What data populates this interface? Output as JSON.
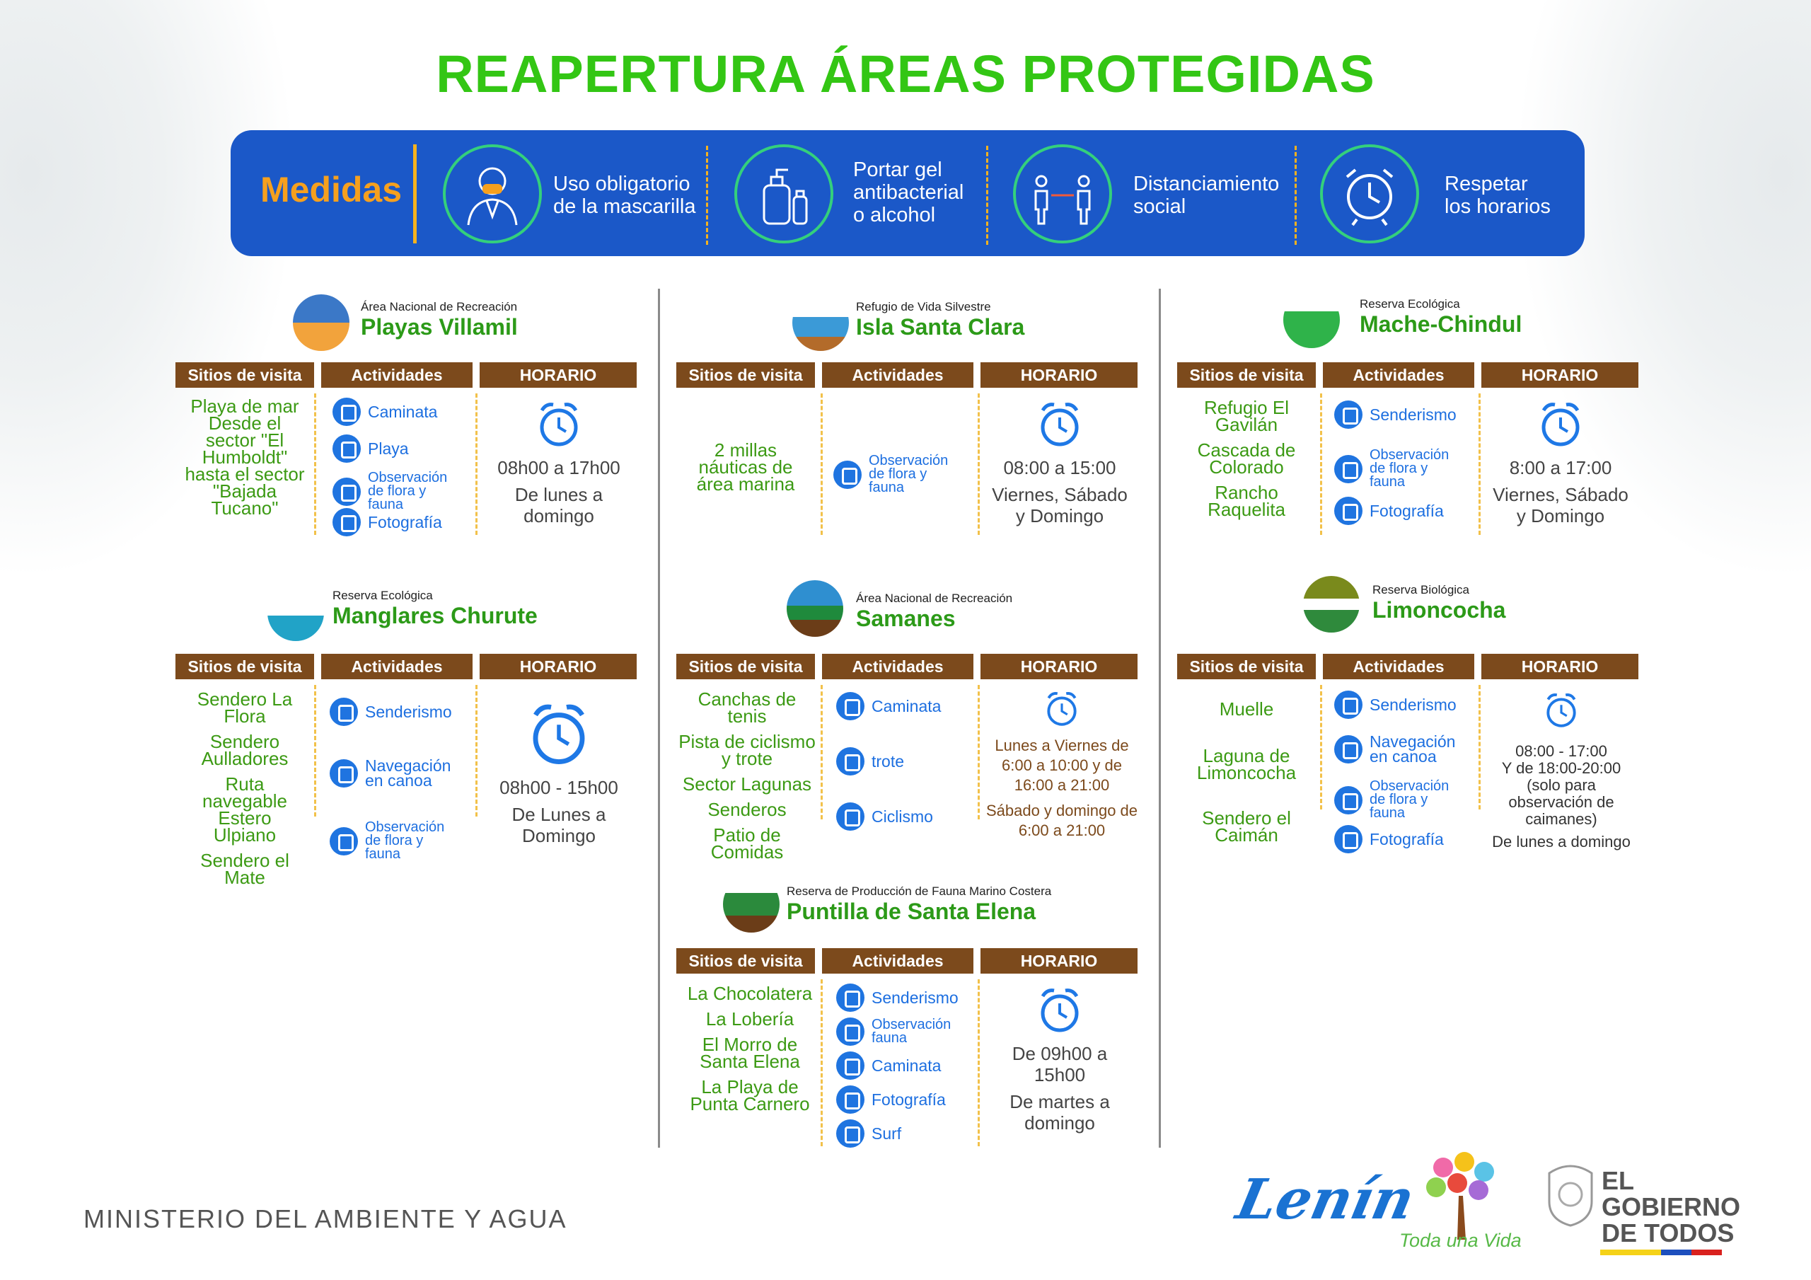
{
  "title": "REAPERTURA ÁREAS PROTEGIDAS",
  "measures": {
    "label": "Medidas",
    "items": [
      {
        "text": "Uso obligatorio\nde la mascarilla",
        "icon": "mask-icon"
      },
      {
        "text": "Portar gel\nantibacterial\no alcohol",
        "icon": "gel-bottle-icon"
      },
      {
        "text": "Distanciamiento\nsocial",
        "icon": "distancing-icon"
      },
      {
        "text": "Respetar\nlos horarios",
        "icon": "alarm-clock-icon"
      }
    ]
  },
  "table_headers": {
    "sites": "Sitios de visita",
    "activities": "Actividades",
    "schedule": "HORARIO"
  },
  "areas": {
    "playas": {
      "category": "Área Nacional de Recreación",
      "name": "Playas Villamil",
      "sites": [
        "Playa de mar Desde el sector \"El Humboldt\" hasta el sector \"Bajada Tucano\""
      ],
      "activities": [
        "Caminata",
        "Playa",
        "Observación\nde flora y fauna",
        "Fotografía"
      ],
      "time": "08h00 a 17h00",
      "days": "De lunes a\ndomingo"
    },
    "isla": {
      "category": "Refugio de Vida Silvestre",
      "name": "Isla Santa Clara",
      "sites": [
        "2 millas náuticas de área marina"
      ],
      "activities": [
        "Observación\nde flora y fauna"
      ],
      "time": "08:00 a 15:00",
      "days": "Viernes, Sábado\ny Domingo"
    },
    "mache": {
      "category": "Reserva Ecológica",
      "name": "Mache-Chindul",
      "sites": [
        "Refugio El Gavilán",
        "Cascada de Colorado",
        "Rancho Raquelita"
      ],
      "activities": [
        "Senderismo",
        "Observación\nde flora y fauna",
        "Fotografía"
      ],
      "time": "8:00 a 17:00",
      "days": "Viernes, Sábado\ny  Domingo"
    },
    "manglares": {
      "category": "Reserva Ecológica",
      "name": "Manglares Churute",
      "sites": [
        "Sendero La Flora",
        "Sendero Aulladores",
        "Ruta navegable Estero Ulpiano",
        "Sendero el Mate"
      ],
      "activities": [
        "Senderismo",
        "Navegación\nen canoa",
        "Observación\nde flora y fauna"
      ],
      "time": "08h00 - 15h00",
      "days": "De Lunes a\nDomingo"
    },
    "samanes": {
      "category": "Área Nacional de Recreación",
      "name": "Samanes",
      "sites": [
        "Canchas de tenis",
        "Pista de ciclismo y trote",
        "Sector Lagunas",
        "Senderos",
        "Patio de Comidas"
      ],
      "activities": [
        "Caminata",
        "trote",
        "Ciclismo"
      ],
      "time": "Lunes a Viernes de\n6:00  a 10:00  y de\n16:00 a 21:00",
      "days": "Sábado y domingo de\n6:00 a 21:00"
    },
    "limoncocha": {
      "category": "Reserva Biológica",
      "name": "Limoncocha",
      "sites": [
        "Muelle",
        "Laguna de Limoncocha",
        "Sendero el Caimán"
      ],
      "activities": [
        "Senderismo",
        "Navegación\nen canoa",
        "Observación\nde flora y fauna",
        "Fotografía"
      ],
      "time": "08:00 - 17:00\nY de 18:00-20:00\n(solo para\nobservación de\ncaimanes)",
      "days": "De lunes a domingo"
    },
    "puntilla": {
      "category": "Reserva de Producción de Fauna Marino Costera",
      "name": "Puntilla de Santa Elena",
      "sites": [
        "La Chocolatera",
        "La Lobería",
        "El Morro de Santa Elena",
        "La Playa de Punta Carnero"
      ],
      "activities": [
        "Senderismo",
        "Observación\nfauna",
        "Caminata",
        "Fotografía",
        "Surf"
      ],
      "time": "De 09h00 a 15h00",
      "days": "De martes a\ndomingo"
    }
  },
  "footer": {
    "ministry": "MINISTERIO DEL AMBIENTE Y AGUA",
    "lenin": "Lenín",
    "toda_una_vida": "Toda una Vida",
    "gobierno": "EL\nGOBIERNO\nDE TODOS"
  },
  "colors": {
    "title_green": "#33c614",
    "banner_blue": "#1b58c8",
    "header_brown": "#7c4a1c",
    "site_green": "#3c9a14",
    "activity_blue": "#1d6fe0"
  }
}
